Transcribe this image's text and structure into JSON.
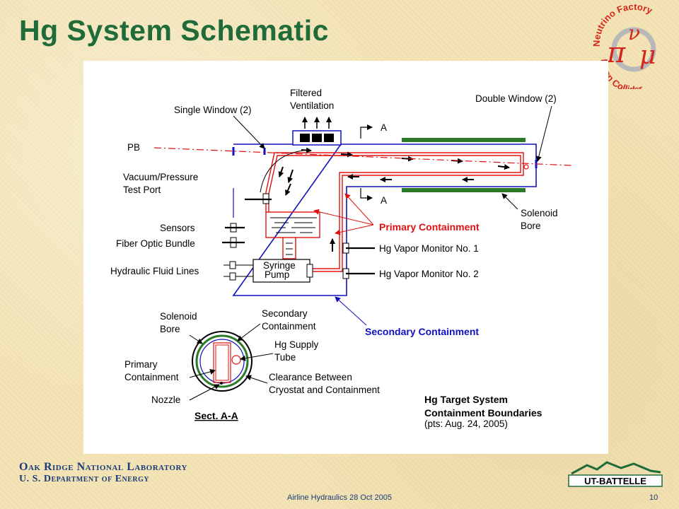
{
  "slide": {
    "title": "Hg System Schematic"
  },
  "logo": {
    "top_text": "Neutrino Factory",
    "bottom_text": "Muon Collider",
    "symbols": "ν π μ"
  },
  "diagram": {
    "labels": {
      "filtered_ventilation": [
        "Filtered",
        "Ventilation"
      ],
      "single_window": "Single Window (2)",
      "double_window": "Double Window (2)",
      "pb": "PB",
      "section_mark_top": "A",
      "section_mark_bottom": "A",
      "vacuum_port": [
        "Vacuum/Pressure",
        "Test Port"
      ],
      "sensors": "Sensors",
      "fiber_optic": "Fiber Optic Bundle",
      "hydraulic_lines": "Hydraulic Fluid Lines",
      "syringe_pump": [
        "Syringe",
        "Pump"
      ],
      "primary_containment": "Primary Containment",
      "solenoid_bore": [
        "Solenoid",
        "Bore"
      ],
      "hg_vapor_1": "Hg Vapor Monitor No. 1",
      "hg_vapor_2": "Hg Vapor Monitor No. 2",
      "secondary_containment": "Secondary Containment"
    },
    "section": {
      "solenoid_bore": [
        "Solenoid",
        "Bore"
      ],
      "secondary_containment": [
        "Secondary",
        "Containment"
      ],
      "hg_supply_tube": [
        "Hg Supply",
        "Tube"
      ],
      "primary_containment": [
        "Primary",
        "Containment"
      ],
      "clearance": [
        "Clearance Between",
        "Cryostat and Containment"
      ],
      "nozzle": "Nozzle",
      "title": "Sect. A-A"
    },
    "boundaries": {
      "title": [
        "Hg Target System",
        "Containment Boundaries"
      ],
      "note": "(pts: Aug. 24, 2005)"
    },
    "colors": {
      "primary": "#e01010",
      "secondary": "#1010c0",
      "solenoid": "#2a7a2a"
    }
  },
  "footer": {
    "org_line1": "Oak Ridge National Laboratory",
    "org_line2": "U. S. Department of Energy",
    "center": "Airline Hydraulics 28 Oct 2005",
    "page": "10",
    "partner": "UT-BATTELLE"
  }
}
